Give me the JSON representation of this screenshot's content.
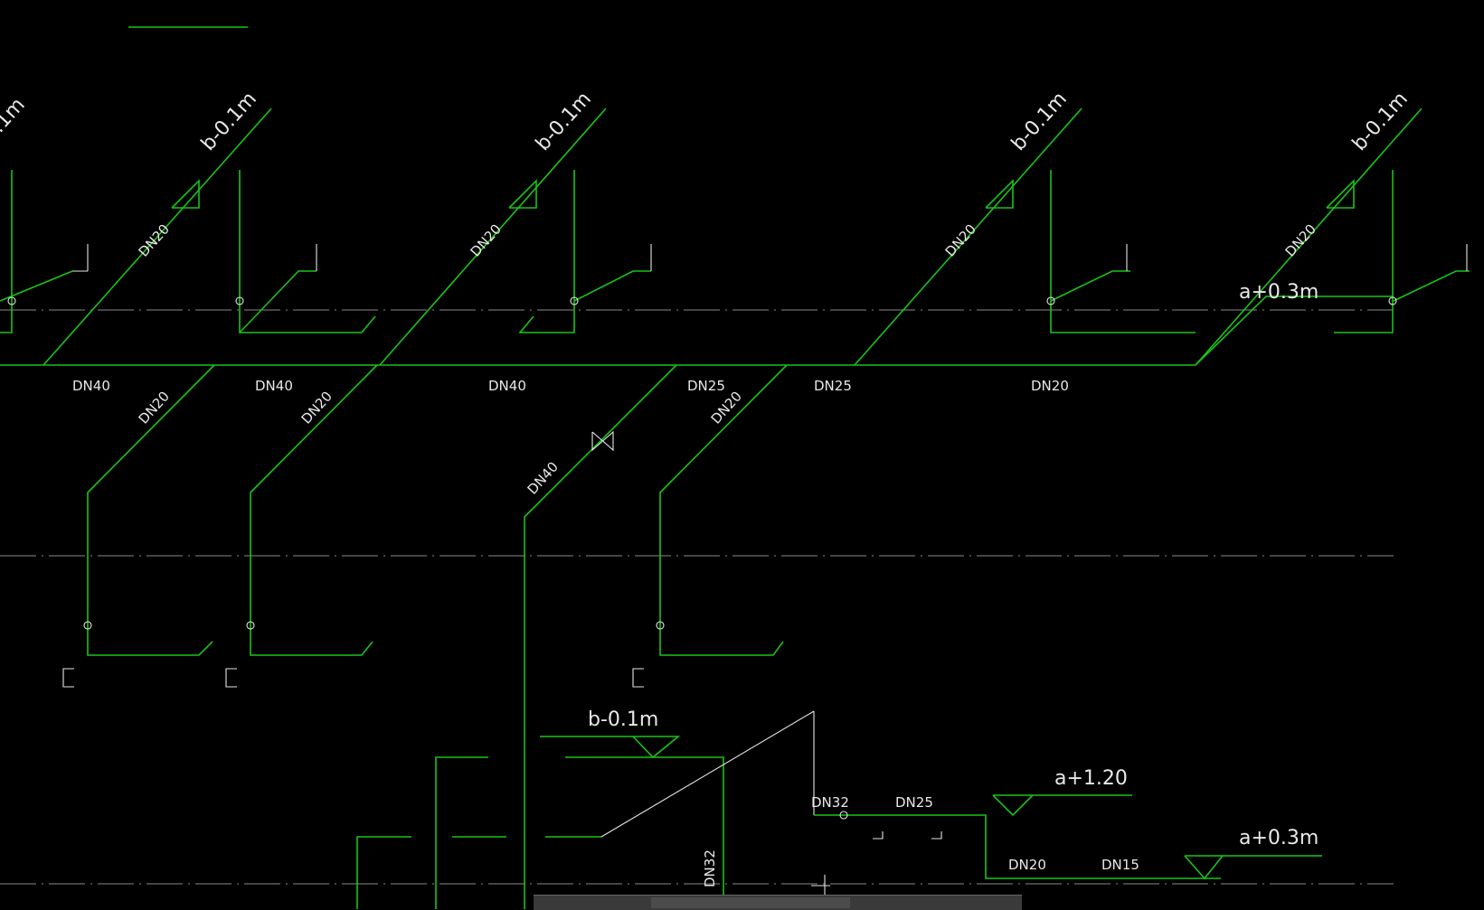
{
  "drawing": {
    "labels": {
      "dn40": "DN40",
      "dn25": "DN25",
      "dn20": "DN20",
      "dn32": "DN32",
      "dn15": "DN15",
      "b01": "b-0.1m",
      "a03": "a+0.3m",
      "a120": "a+1.20",
      "cut_b01": ".1m"
    }
  },
  "colors": {
    "background": "#000000",
    "pipe": "#18c418",
    "text": "#e8e8e8",
    "axis": "#8a8a8a"
  }
}
